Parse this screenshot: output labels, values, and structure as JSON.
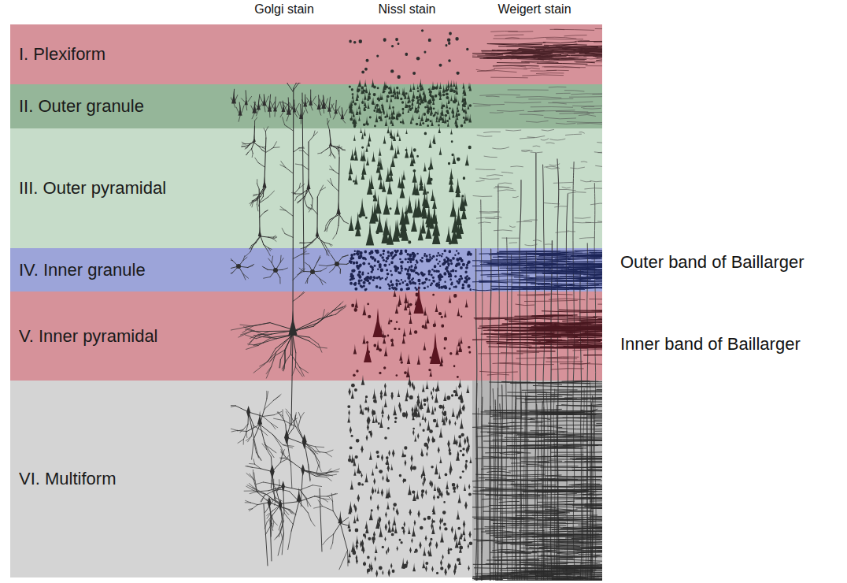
{
  "diagram": {
    "nodes": [
      {
        "text": [
          "I. Plexiform"
        ]
      },
      {
        "text": [
          "II. Outer granule"
        ]
      },
      {
        "text": [
          "III. Outer pyramidal"
        ]
      },
      {
        "text": [
          "IV. Inner granule"
        ]
      },
      {
        "text": [
          "V. Inner pyramidal"
        ]
      },
      {
        "text": [
          "VI. Multiform"
        ]
      }
    ],
    "labels": [
      "Golgi stain",
      "Nissl stain",
      "Weigert stain",
      "Outer band of Baillarger",
      "Inner band of Baillarger"
    ]
  }
}
